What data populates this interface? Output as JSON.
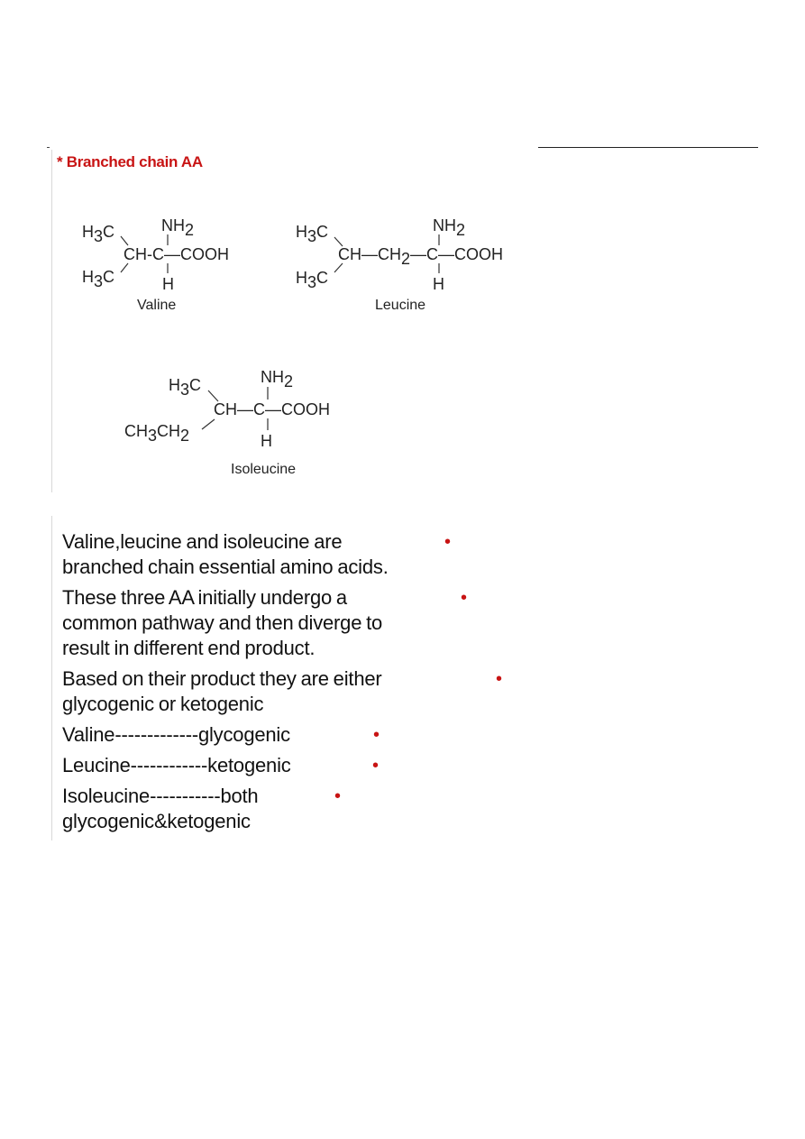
{
  "heading": "* Branched chain AA",
  "structures": {
    "valine": {
      "name": "Valine",
      "h3c_top": "H",
      "h3c_top_sub": "3",
      "h3c_top_c": "C",
      "nh2": "NH",
      "nh2_sub": "2",
      "main": "CH-C—COOH",
      "h3c_bot": "H",
      "h3c_bot_sub": "3",
      "h3c_bot_c": "C",
      "h": "H"
    },
    "leucine": {
      "name": "Leucine",
      "h3c_top": "H",
      "h3c_top_sub": "3",
      "h3c_top_c": "C",
      "nh2": "NH",
      "nh2_sub": "2",
      "main_a": "CH—CH",
      "main_sub": "2",
      "main_b": "—C—COOH",
      "h3c_bot": "H",
      "h3c_bot_sub": "3",
      "h3c_bot_c": "C",
      "h": "H"
    },
    "isoleucine": {
      "name": "Isoleucine",
      "h3c_top": "H",
      "h3c_top_sub": "3",
      "h3c_top_c": "C",
      "nh2": "NH",
      "nh2_sub": "2",
      "main": "CH—C—COOH",
      "ethyl_a": "CH",
      "ethyl_sub1": "3",
      "ethyl_b": "CH",
      "ethyl_sub2": "2",
      "h": "H"
    }
  },
  "bullets": [
    {
      "line1": "Valine,leucine and isoleucine are",
      "line2": "branched chain essential amino acids."
    },
    {
      "line1": "These three AA initially undergo  a",
      "line2": "common pathway and then diverge to",
      "line3": "result in different end product."
    },
    {
      "line1": "Based on their product they are either",
      "line2": "glycogenic or ketogenic"
    },
    {
      "line1": "Valine-------------glycogenic"
    },
    {
      "line1": "Leucine------------ketogenic"
    },
    {
      "line1": "Isoleucine-----------both",
      "line2": "glycogenic&ketogenic"
    }
  ],
  "bullet_glyph": "•",
  "colors": {
    "accent": "#c81414",
    "text": "#111111"
  }
}
